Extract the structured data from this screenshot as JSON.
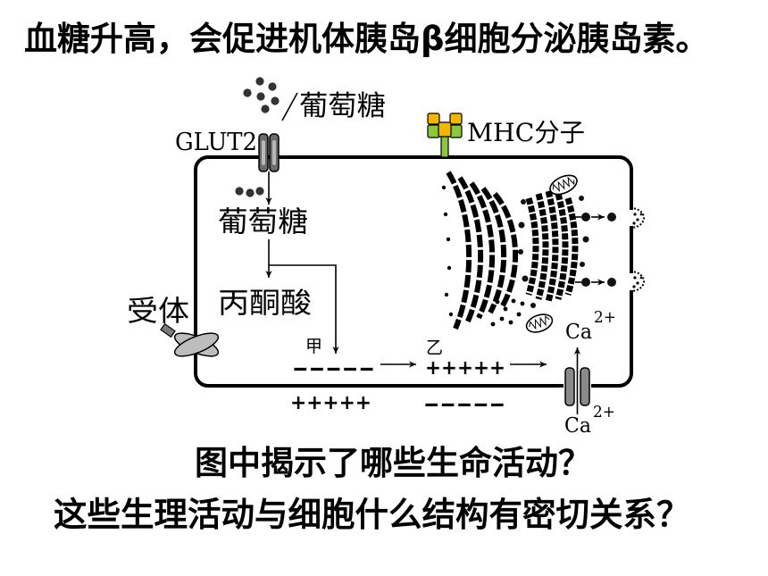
{
  "slide": {
    "title": "血糖升高，会促进机体胰岛β细胞分泌胰岛素。",
    "question_1": "图中揭示了哪些生命活动？",
    "question_2": "这些生理活动与细胞什么结构有密切关系？"
  },
  "diagram": {
    "glucose_outside": "葡萄糖",
    "glut2": "GLUT2",
    "mhc": "MHC分子",
    "glucose_inside": "葡萄糖",
    "pyruvate": "丙酮酸",
    "receptor": "受体",
    "site_jia": "甲",
    "site_yi": "乙",
    "charges": {
      "jia_inner": "-----",
      "jia_outer": "+++++",
      "yi_inner": "+++++",
      "yi_outer": "-----"
    },
    "calcium_inside": {
      "symbol": "Ca",
      "charge": "2+"
    },
    "calcium_outside": {
      "symbol": "Ca",
      "charge": "2+"
    }
  },
  "colors": {
    "background": "#ffffff",
    "text": "#000000",
    "mhc_yellow": "#f2b705",
    "mhc_green": "#8cc63f",
    "transporter_grey": "#6b6b6b",
    "receptor_grey": "#bdbdbd",
    "channel_grey": "#8a8a8a"
  }
}
